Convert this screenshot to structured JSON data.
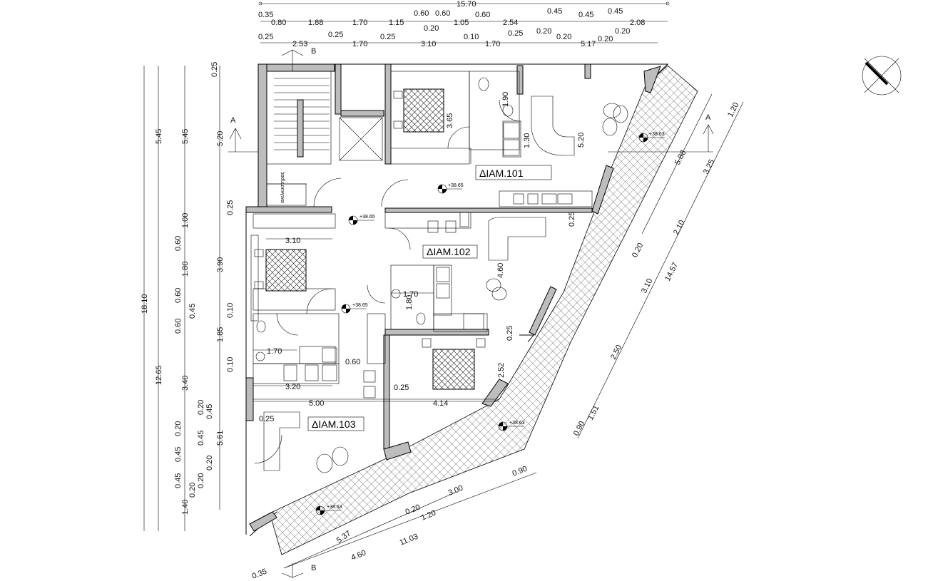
{
  "units": {
    "u101": {
      "label": "ΔΙΑΜ.101",
      "level": "+38.65"
    },
    "u102": {
      "label": "ΔΙΑΜ.102",
      "level": "+38.65"
    },
    "u103": {
      "label": "ΔΙΑΜ.103",
      "level": "+38.65"
    }
  },
  "levels": {
    "common": "+38.65",
    "hall": "+38.65",
    "balcony_e": "+38.63",
    "balcony_s": "+38.63",
    "balcony_sw": "+38.63"
  },
  "section_marks": {
    "a": "A",
    "b": "B"
  },
  "top_dims": {
    "r0": "15.70",
    "r1": [
      "0.35",
      "0.80",
      "1.88",
      "1.70",
      "1.15",
      "0.60",
      "0.60",
      "0.20",
      "1.05",
      "0.60",
      "2.54",
      "0.45",
      "0.20",
      "0.20",
      "0.45",
      "0.20",
      "0.45",
      "0.20",
      "2.08"
    ],
    "r2": [
      "0.25",
      "2.53",
      "0.25",
      "1.70",
      "0.25",
      "3.10",
      "0.10",
      "1.70",
      "0.25",
      "5.17"
    ]
  },
  "left_dims": {
    "c1": "18.10",
    "c2": [
      "5.45",
      "12.65"
    ],
    "c3": [
      "5.45",
      "1.00",
      "0.60",
      "1.80",
      "0.60",
      "0.45",
      "0.60",
      "3.40",
      "0.20",
      "0.45",
      "0.20",
      "0.45",
      "0.45",
      "0.20",
      "0.45",
      "0.20",
      "0.20",
      "1.40"
    ],
    "c4": [
      "0.25",
      "5.20",
      "0.25",
      "3.90",
      "0.10",
      "1.85",
      "0.10",
      "5.61"
    ]
  },
  "inner_dims": [
    "3.65",
    "1.90",
    "1.30",
    "5.20",
    "0.25",
    "3.10",
    "4.60",
    "1.70",
    "1.80",
    "0.25",
    "1.70",
    "3.20",
    "0.60",
    "0.25",
    "5.00",
    "4.14",
    "2.52",
    "0.25"
  ],
  "right_dims": [
    "1.20",
    "3.25",
    "5.88",
    "2.10",
    "0.20",
    "14.57",
    "3.10",
    "2.50",
    "1.51",
    "0.90"
  ],
  "bottom_dims": [
    "0.90",
    "3.00",
    "1.20",
    "0.20",
    "11.03",
    "5.37",
    "4.60",
    "0.35"
  ],
  "stair_note": "ανελκυστηρας"
}
